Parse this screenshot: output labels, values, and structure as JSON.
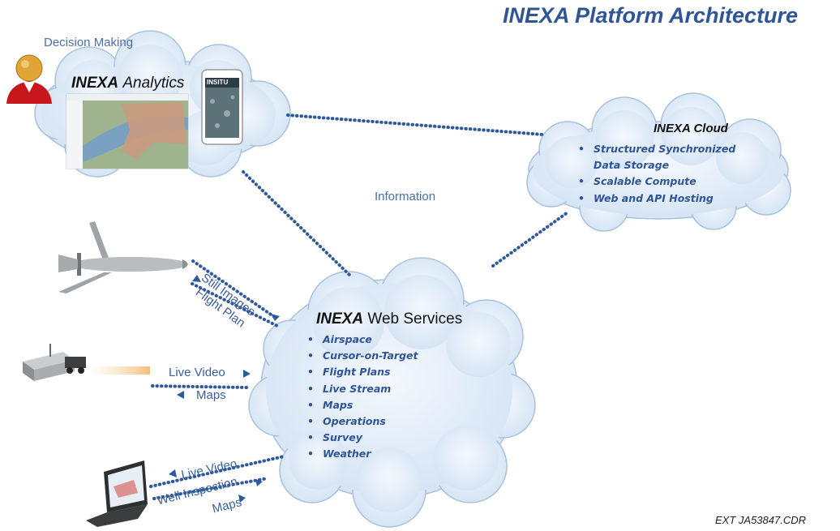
{
  "title": "INEXA Platform Architecture",
  "labels": {
    "decision_making": "Decision Making",
    "information": "Information"
  },
  "analytics": {
    "brand": "INEXA",
    "name": "Analytics",
    "phone_brand": "INSITU"
  },
  "cloud": {
    "title": "INEXA Cloud",
    "items": [
      "Structured Synchronized",
      "Data Storage",
      "Scalable Compute",
      "Web and API Hosting"
    ]
  },
  "web_services": {
    "brand": "INEXA",
    "name": "Web Services",
    "items": [
      "Airspace",
      "Cursor-on-Target",
      "Flight Plans",
      "Live Stream",
      "Maps",
      "Operations",
      "Survey",
      "Weather"
    ]
  },
  "flows": {
    "still_images": "Still Images",
    "flight_plan": "Flight Plan",
    "live_video": "Live Video",
    "maps": "Maps",
    "live_video_laptop": "Live Video",
    "well_inspection": "Well Inspection",
    "maps_laptop": "Maps"
  },
  "footer": "EXT JA53847.CDR",
  "colors": {
    "title": "#2f5597",
    "cloud_fill": "#dbe8f6",
    "cloud_stroke": "#a9c2dc",
    "dots": "#2e5a9c"
  }
}
